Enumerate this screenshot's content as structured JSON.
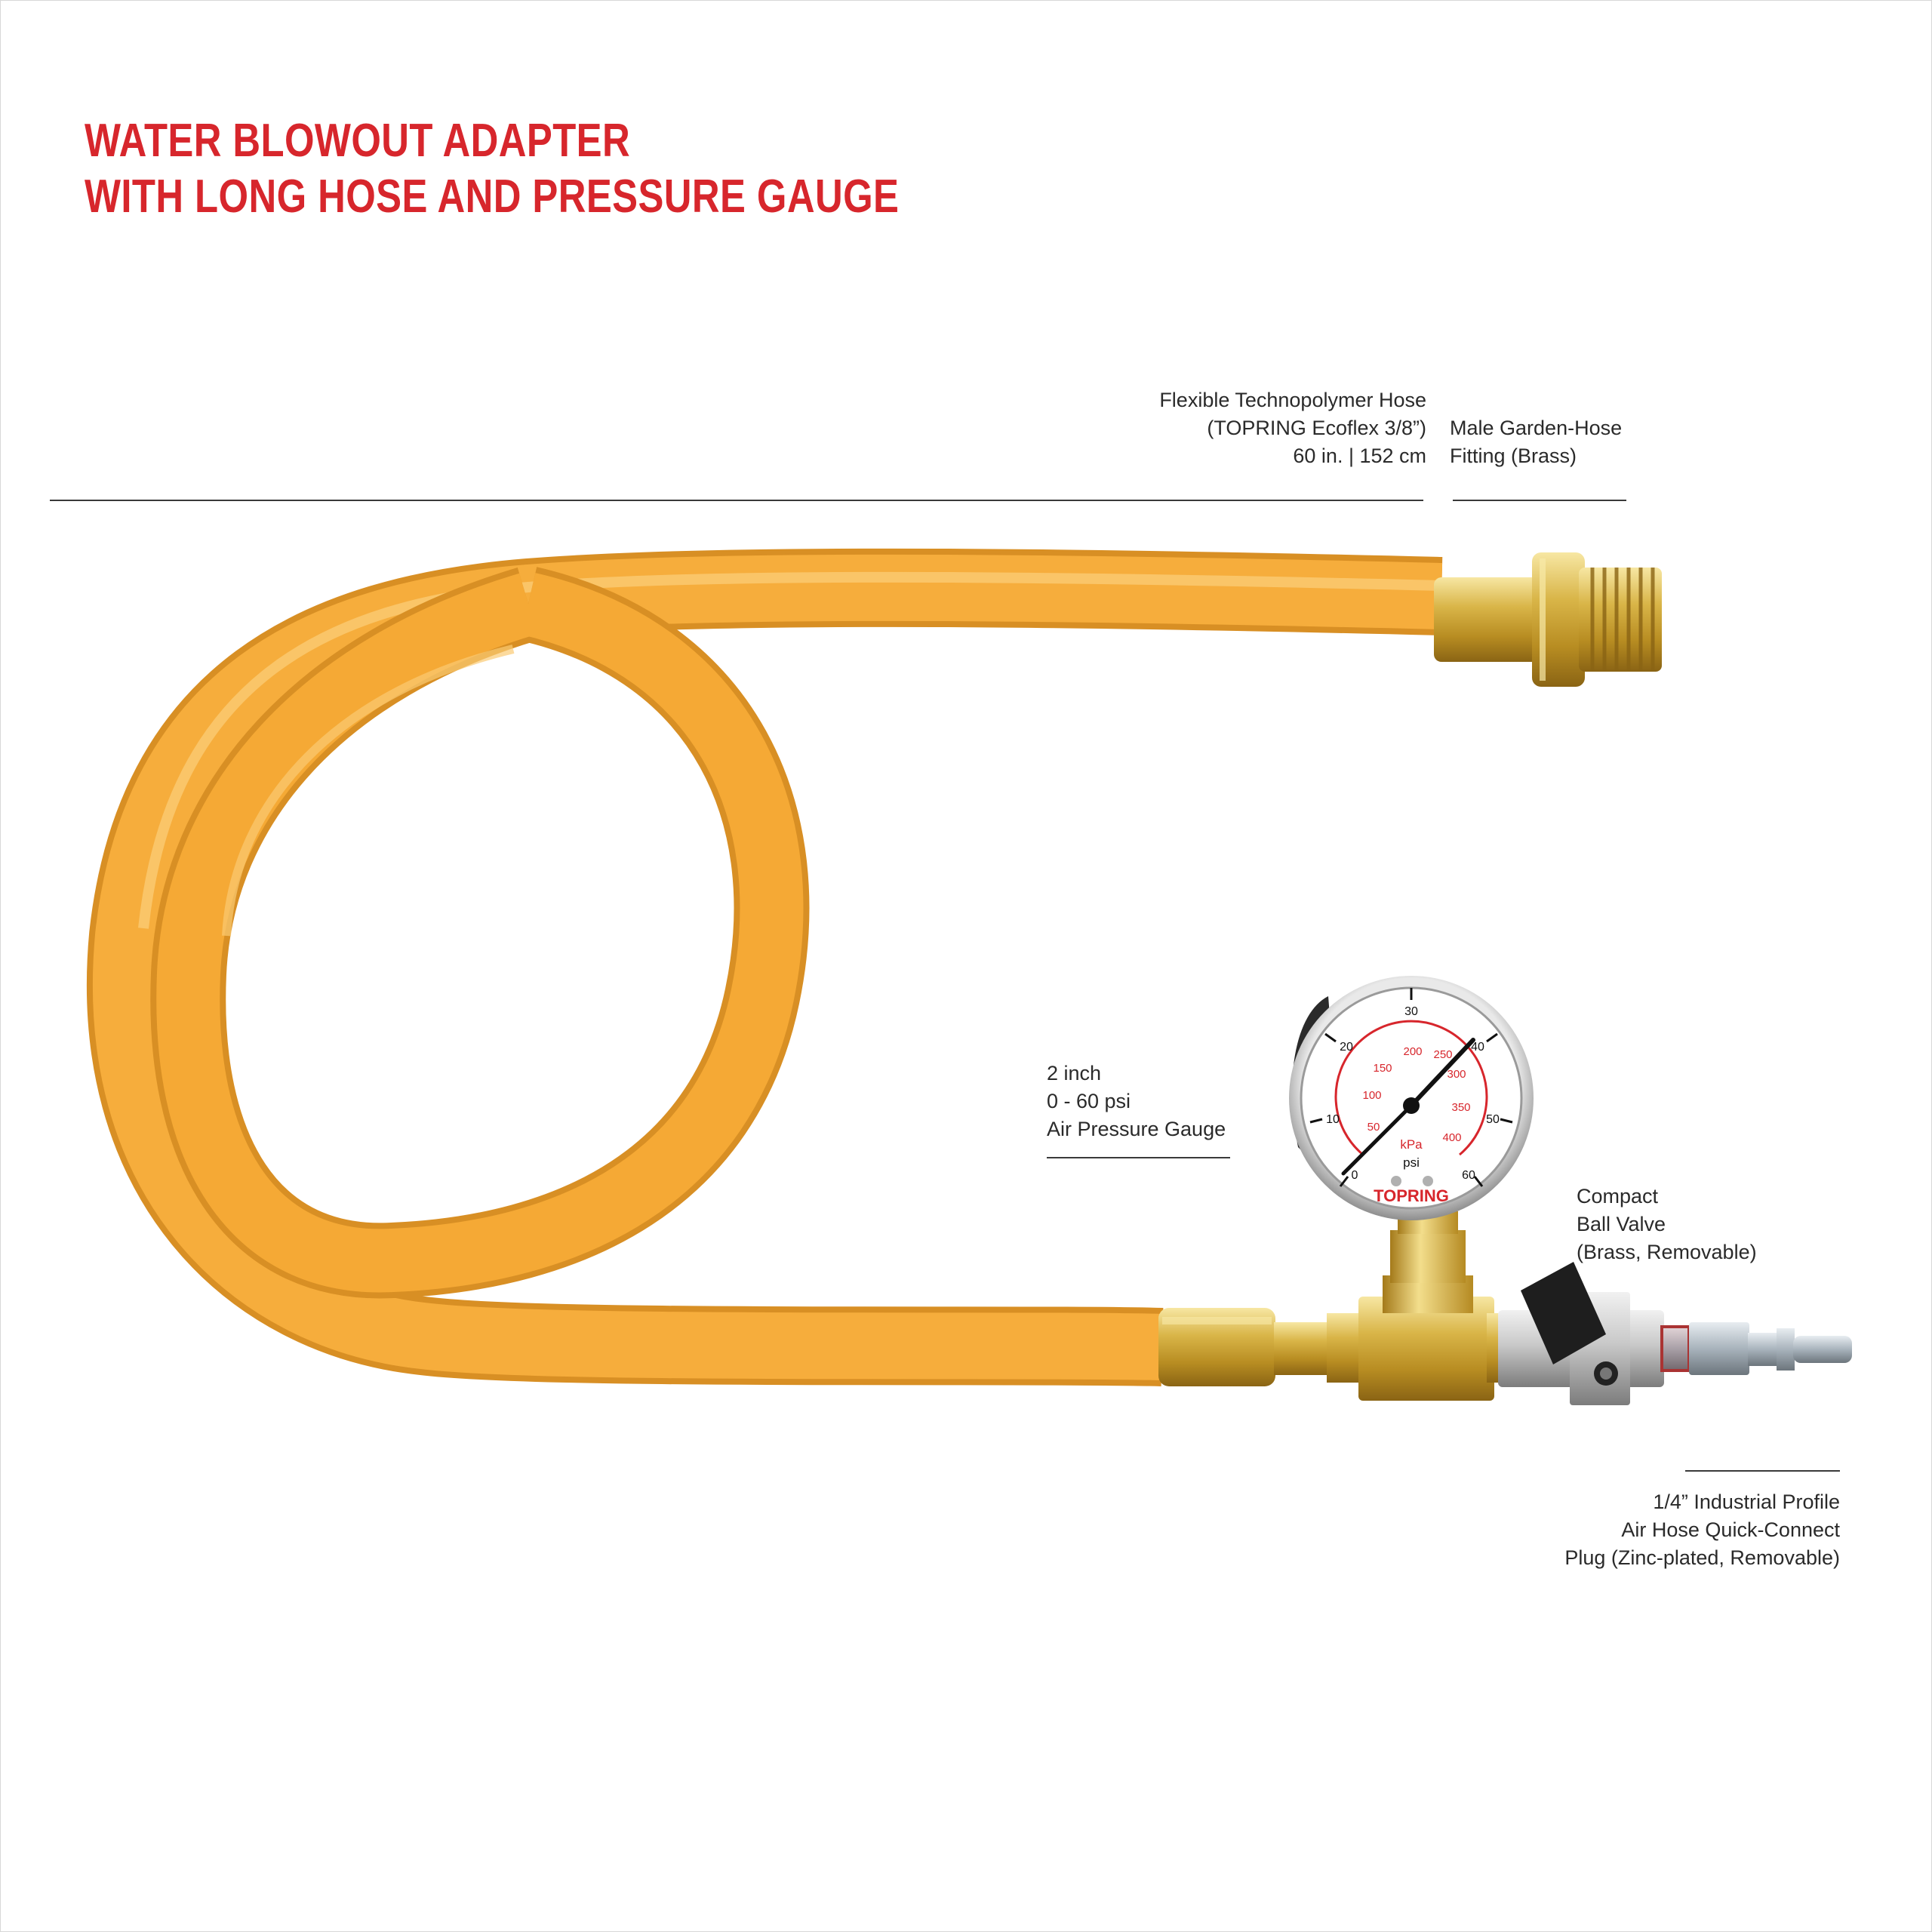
{
  "title": {
    "line1": "WATER BLOWOUT ADAPTER",
    "line2": "WITH LONG HOSE AND PRESSURE GAUGE"
  },
  "callouts": {
    "hose": [
      "Flexible Technopolymer Hose",
      "(TOPRING Ecoflex 3/8”)",
      "60 in. | 152 cm"
    ],
    "fitting": [
      "Male Garden-Hose",
      "Fitting (Brass)"
    ],
    "gauge": [
      "2 inch",
      "0 - 60 psi",
      "Air Pressure Gauge"
    ],
    "valve": [
      "Compact",
      "Ball Valve",
      "(Brass, Removable)"
    ],
    "plug": [
      "1/4” Industrial Profile",
      "Air Hose Quick-Connect",
      "Plug (Zinc-plated, Removable)"
    ]
  },
  "gauge_dial": {
    "brand": "TOPRING",
    "unit_outer": "psi",
    "unit_inner": "kPa",
    "psi_ticks": [
      "0",
      "10",
      "20",
      "30",
      "40",
      "50",
      "60"
    ],
    "kpa_ticks": [
      "50",
      "100",
      "150",
      "200",
      "250",
      "300",
      "350",
      "400"
    ]
  },
  "colors": {
    "title": "#d7262c",
    "hose": "#f6ad3c",
    "brass": "#d8b247"
  }
}
